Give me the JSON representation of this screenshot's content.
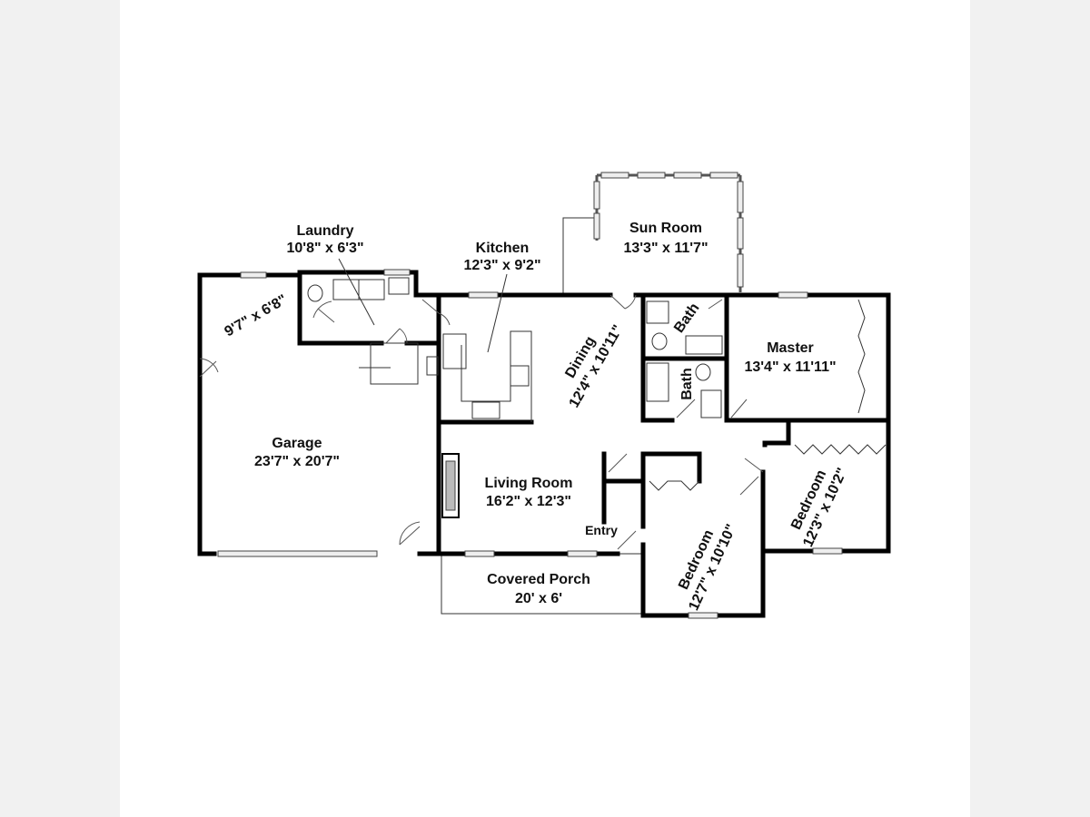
{
  "rooms": {
    "laundry": {
      "name": "Laundry",
      "size": "10'8\" x 6'3\""
    },
    "kitchen": {
      "name": "Kitchen",
      "size": "12'3\" x 9'2\""
    },
    "sun_room": {
      "name": "Sun Room",
      "size": "13'3\" x 11'7\""
    },
    "dining": {
      "name": "Dining",
      "size": "12'4\" x 10'11\""
    },
    "bath1": {
      "name": "Bath"
    },
    "bath2": {
      "name": "Bath"
    },
    "master": {
      "name": "Master",
      "size": "13'4\" x 11'11\""
    },
    "storage": {
      "size": "9'7\" x 6'8\""
    },
    "garage": {
      "name": "Garage",
      "size": "23'7\" x 20'7\""
    },
    "living_room": {
      "name": "Living Room",
      "size": "16'2\" x 12'3\""
    },
    "entry": {
      "name": "Entry"
    },
    "bedroom1": {
      "name": "Bedroom",
      "size": "12'7\" x 10'10\""
    },
    "bedroom2": {
      "name": "Bedroom",
      "size": "12'3\" x 10'2\""
    },
    "covered_porch": {
      "name": "Covered Porch",
      "size": "20' x 6'"
    }
  }
}
